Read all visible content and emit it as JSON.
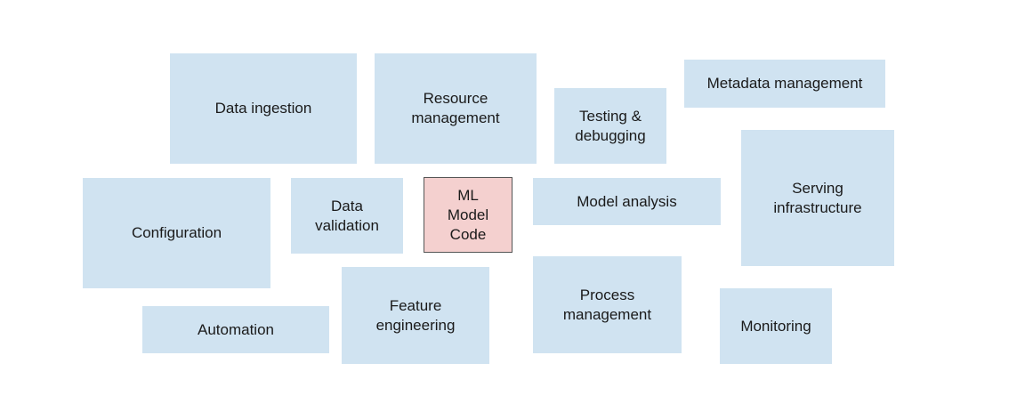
{
  "colors": {
    "component_fill": "#d0e3f1",
    "core_fill": "#f4d0cf",
    "core_border": "#555555",
    "text": "#1a1a1a"
  },
  "diagram": {
    "components": [
      {
        "id": "data-ingestion",
        "label": "Data ingestion",
        "core": false
      },
      {
        "id": "resource-management",
        "label": "Resource\nmanagement",
        "core": false
      },
      {
        "id": "testing-debugging",
        "label": "Testing &\ndebugging",
        "core": false
      },
      {
        "id": "metadata-management",
        "label": "Metadata management",
        "core": false
      },
      {
        "id": "configuration",
        "label": "Configuration",
        "core": false
      },
      {
        "id": "data-validation",
        "label": "Data\nvalidation",
        "core": false
      },
      {
        "id": "ml-model-code",
        "label": "ML\nModel\nCode",
        "core": true
      },
      {
        "id": "model-analysis",
        "label": "Model analysis",
        "core": false
      },
      {
        "id": "serving-infrastructure",
        "label": "Serving\ninfrastructure",
        "core": false
      },
      {
        "id": "automation",
        "label": "Automation",
        "core": false
      },
      {
        "id": "feature-engineering",
        "label": "Feature\nengineering",
        "core": false
      },
      {
        "id": "process-management",
        "label": "Process\nmanagement",
        "core": false
      },
      {
        "id": "monitoring",
        "label": "Monitoring",
        "core": false
      }
    ]
  }
}
